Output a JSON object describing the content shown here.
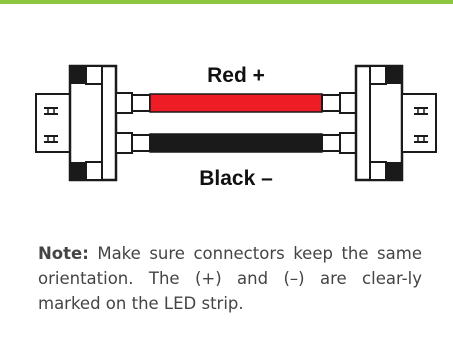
{
  "diagram": {
    "positive_label": "Red +",
    "negative_label": "Black –"
  },
  "colors": {
    "accent_rule": "#8cc63f",
    "positive_wire": "#ee1c25",
    "negative_wire": "#1a1a1a",
    "connector_fill": "#ffffff",
    "connector_stroke": "#1a1a1a"
  },
  "note": {
    "label": "Note:",
    "text": " Make sure connectors keep the same orientation. The (+) and (–) are clear-ly marked on the LED strip."
  }
}
